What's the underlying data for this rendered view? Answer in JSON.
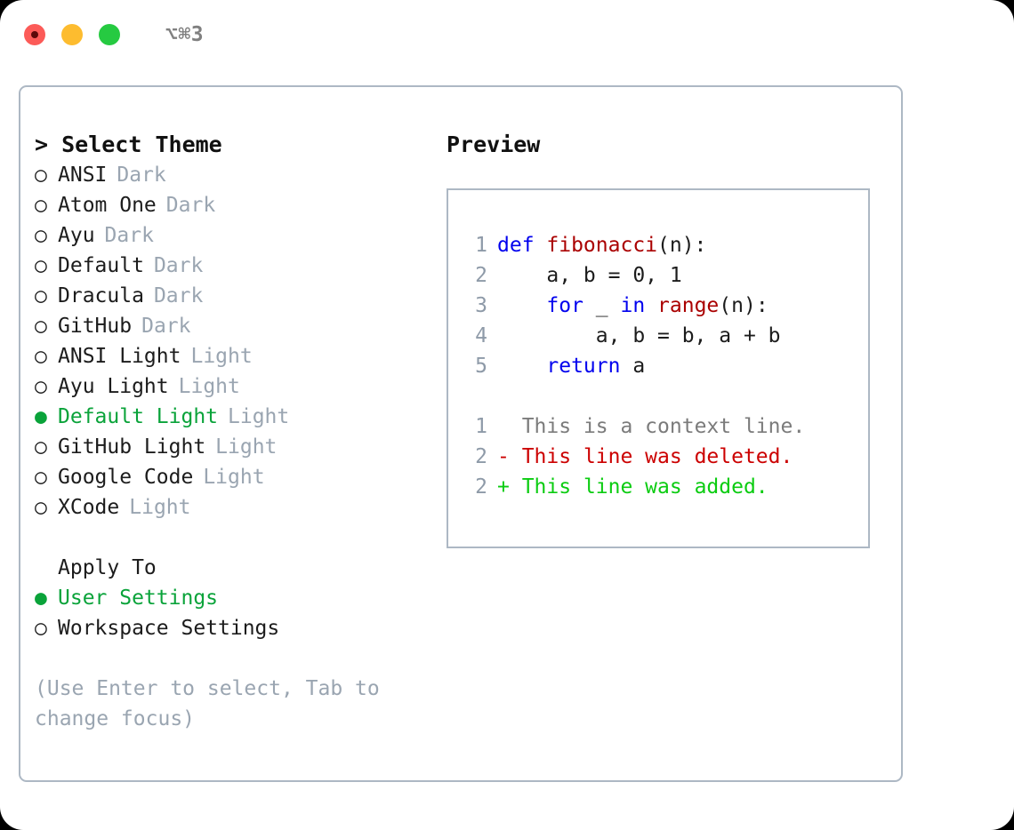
{
  "titlebar": {
    "shortcut": "⌥⌘3",
    "buttons": [
      {
        "name": "close",
        "color": "#fc5b58"
      },
      {
        "name": "minimize",
        "color": "#fdbc2f"
      },
      {
        "name": "maximize",
        "color": "#26ca41"
      }
    ]
  },
  "colors": {
    "accent_green": "#0aa33a",
    "muted": "#9aa5b1",
    "border": "#adb8c4",
    "keyword": "#0000ee",
    "function": "#aa0000",
    "diff_delete": "#cc0000",
    "diff_add": "#0bcc11",
    "line_number": "#8e9aa8"
  },
  "theme_panel": {
    "title": "> Select Theme",
    "marker_selected": "●",
    "marker_unselected": "○",
    "items": [
      {
        "label": "ANSI",
        "category": "Dark",
        "selected": false
      },
      {
        "label": "Atom One",
        "category": "Dark",
        "selected": false
      },
      {
        "label": "Ayu",
        "category": "Dark",
        "selected": false
      },
      {
        "label": "Default",
        "category": "Dark",
        "selected": false
      },
      {
        "label": "Dracula",
        "category": "Dark",
        "selected": false
      },
      {
        "label": "GitHub",
        "category": "Dark",
        "selected": false
      },
      {
        "label": "ANSI Light",
        "category": "Light",
        "selected": false
      },
      {
        "label": "Ayu Light",
        "category": "Light",
        "selected": false
      },
      {
        "label": "Default Light",
        "category": "Light",
        "selected": true
      },
      {
        "label": "GitHub Light",
        "category": "Light",
        "selected": false
      },
      {
        "label": "Google Code",
        "category": "Light",
        "selected": false
      },
      {
        "label": "XCode",
        "category": "Light",
        "selected": false
      }
    ]
  },
  "apply_to": {
    "title": "Apply To",
    "items": [
      {
        "label": "User Settings",
        "selected": true
      },
      {
        "label": "Workspace Settings",
        "selected": false
      }
    ]
  },
  "hint": "(Use Enter to select, Tab to change focus)",
  "preview": {
    "title": "Preview",
    "code_lines": [
      {
        "number": "1",
        "tokens": [
          {
            "text": "def ",
            "type": "kw"
          },
          {
            "text": "fibonacci",
            "type": "fn"
          },
          {
            "text": "(n):",
            "type": "plain"
          }
        ]
      },
      {
        "number": "2",
        "tokens": [
          {
            "text": "    a, b = 0, 1",
            "type": "plain"
          }
        ]
      },
      {
        "number": "3",
        "tokens": [
          {
            "text": "    ",
            "type": "plain"
          },
          {
            "text": "for",
            "type": "kw"
          },
          {
            "text": " _ ",
            "type": "plain"
          },
          {
            "text": "in",
            "type": "kw"
          },
          {
            "text": " ",
            "type": "plain"
          },
          {
            "text": "range",
            "type": "fn"
          },
          {
            "text": "(n):",
            "type": "plain"
          }
        ]
      },
      {
        "number": "4",
        "tokens": [
          {
            "text": "        a, b = b, a + b",
            "type": "plain"
          }
        ]
      },
      {
        "number": "5",
        "tokens": [
          {
            "text": "    ",
            "type": "plain"
          },
          {
            "text": "return",
            "type": "kw"
          },
          {
            "text": " a",
            "type": "plain"
          }
        ]
      }
    ],
    "diff_lines": [
      {
        "number": "1",
        "marker": " ",
        "text": " This is a context line.",
        "type": "ctx"
      },
      {
        "number": "2",
        "marker": "-",
        "text": " This line was deleted.",
        "type": "del"
      },
      {
        "number": "2",
        "marker": "+",
        "text": " This line was added.",
        "type": "add"
      }
    ]
  }
}
